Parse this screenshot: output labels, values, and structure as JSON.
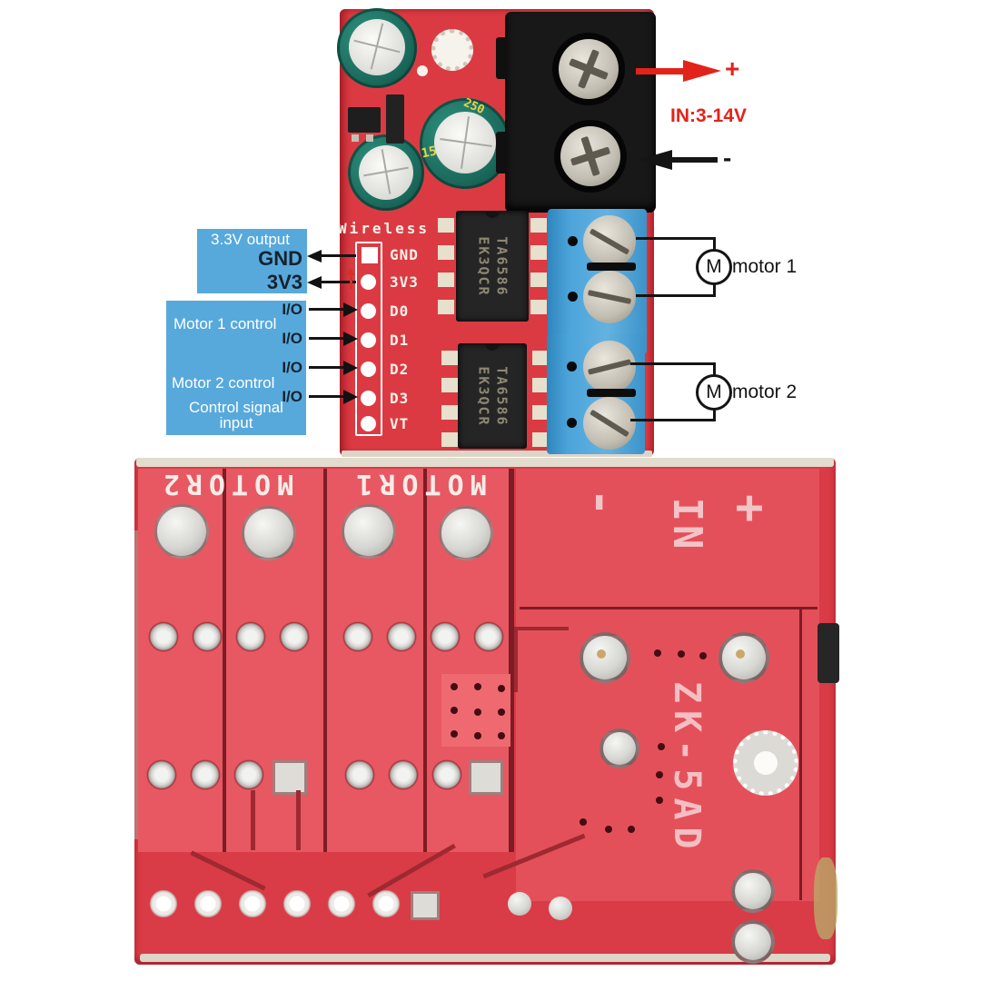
{
  "power_input": {
    "plus": "+",
    "minus": "-",
    "range": "IN:3-14V"
  },
  "output_annotation": {
    "title": "3.3V output",
    "gnd": "GND",
    "v33": "3V3"
  },
  "control_annotation": {
    "motor1": "Motor 1 control",
    "motor2": "Motor 2 control",
    "io": "I/O",
    "footer_line1": "Control signal",
    "footer_line2": "input"
  },
  "motor1": {
    "symbol": "M",
    "label": "motor 1"
  },
  "motor2": {
    "symbol": "M",
    "label": "motor 2"
  },
  "top_board": {
    "silk_title": "Wireless",
    "pins": [
      "GND",
      "3V3",
      "D0",
      "D1",
      "D2",
      "D3",
      "VT"
    ],
    "chip_line1": "TA6586",
    "chip_line2": "EK3QCR",
    "cap_marking_250": "250",
    "cap_marking_15": "15"
  },
  "bottom_board": {
    "motor2_label": "MOTOR2",
    "motor1_label": "MOTOR1",
    "in_label": "IN",
    "plus": "+",
    "minus": "-",
    "model": "ZK-5AD"
  },
  "colors": {
    "pcb_red": "#dc3a43",
    "pour_red": "#e85862",
    "annotation_blue": "#57a9dc",
    "annotation_red": "#e3231a",
    "terminal_blue": "#4ba4da",
    "silk_white": "#f7f2ea",
    "silk_pink": "#f3bfc3"
  }
}
